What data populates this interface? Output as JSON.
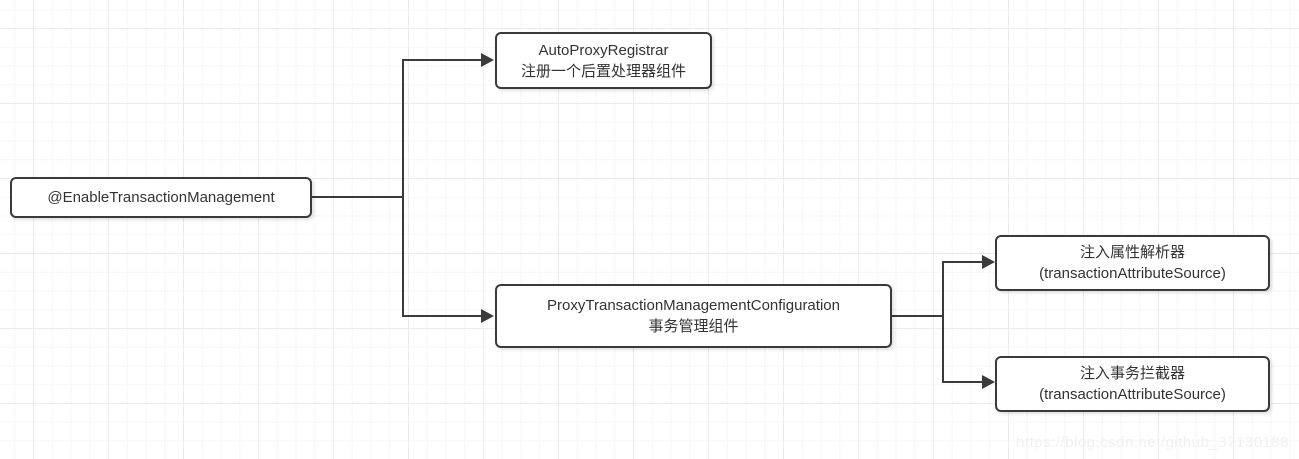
{
  "colors": {
    "box_border": "#3a3a3a",
    "connector": "#3a3a3a",
    "text": "#333333",
    "grid_minor": "#f6f6f6",
    "grid_major": "#ececec",
    "watermark": "#f0f0f0"
  },
  "nodes": {
    "root": {
      "label": "@EnableTransactionManagement"
    },
    "auto_proxy_registrar": {
      "line1": "AutoProxyRegistrar",
      "line2": "注册一个后置处理器组件"
    },
    "proxy_config": {
      "line1": "ProxyTransactionManagementConfiguration",
      "line2": "事务管理组件"
    },
    "attribute_parser": {
      "line1": "注入属性解析器",
      "line2": "(transactionAttributeSource)"
    },
    "tx_interceptor": {
      "line1": "注入事务拦截器",
      "line2": "(transactionAttributeSource)"
    }
  },
  "watermark": "https://blog.csdn.net/github_37130188"
}
